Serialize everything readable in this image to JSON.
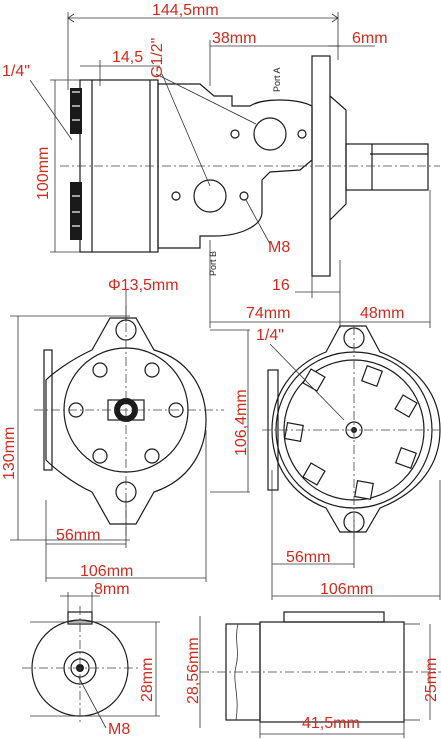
{
  "colors": {
    "dimension_text": "#d42a1e",
    "lines": "#1a1a1a",
    "background": "#ffffff"
  },
  "top_view": {
    "overall_length": "144,5mm",
    "d_14_5": "14,5",
    "port_thread": "G1/2\"",
    "d_38": "38mm",
    "d_6": "6mm",
    "thread_quarter": "1/4\"",
    "height_100": "100mm",
    "port_a": "Port A",
    "port_b": "Port B",
    "m8": "M8",
    "d_16": "16",
    "d_74": "74mm",
    "d_48": "48mm"
  },
  "rear_view": {
    "hole_dia": "Φ13,5mm",
    "height_130": "130mm",
    "height_106_4": "106,4mm",
    "d_56": "56mm",
    "width_106": "106mm"
  },
  "front_view": {
    "thread_quarter": "1/4\"",
    "d_56": "56mm",
    "width_106": "106mm"
  },
  "shaft_end_view": {
    "key_8": "8mm",
    "height_28": "28mm",
    "m8": "M8"
  },
  "shaft_side_view": {
    "dia_28_56": "28,56mm",
    "dia_25": "25mm",
    "length_41_5": "41,5mm"
  }
}
